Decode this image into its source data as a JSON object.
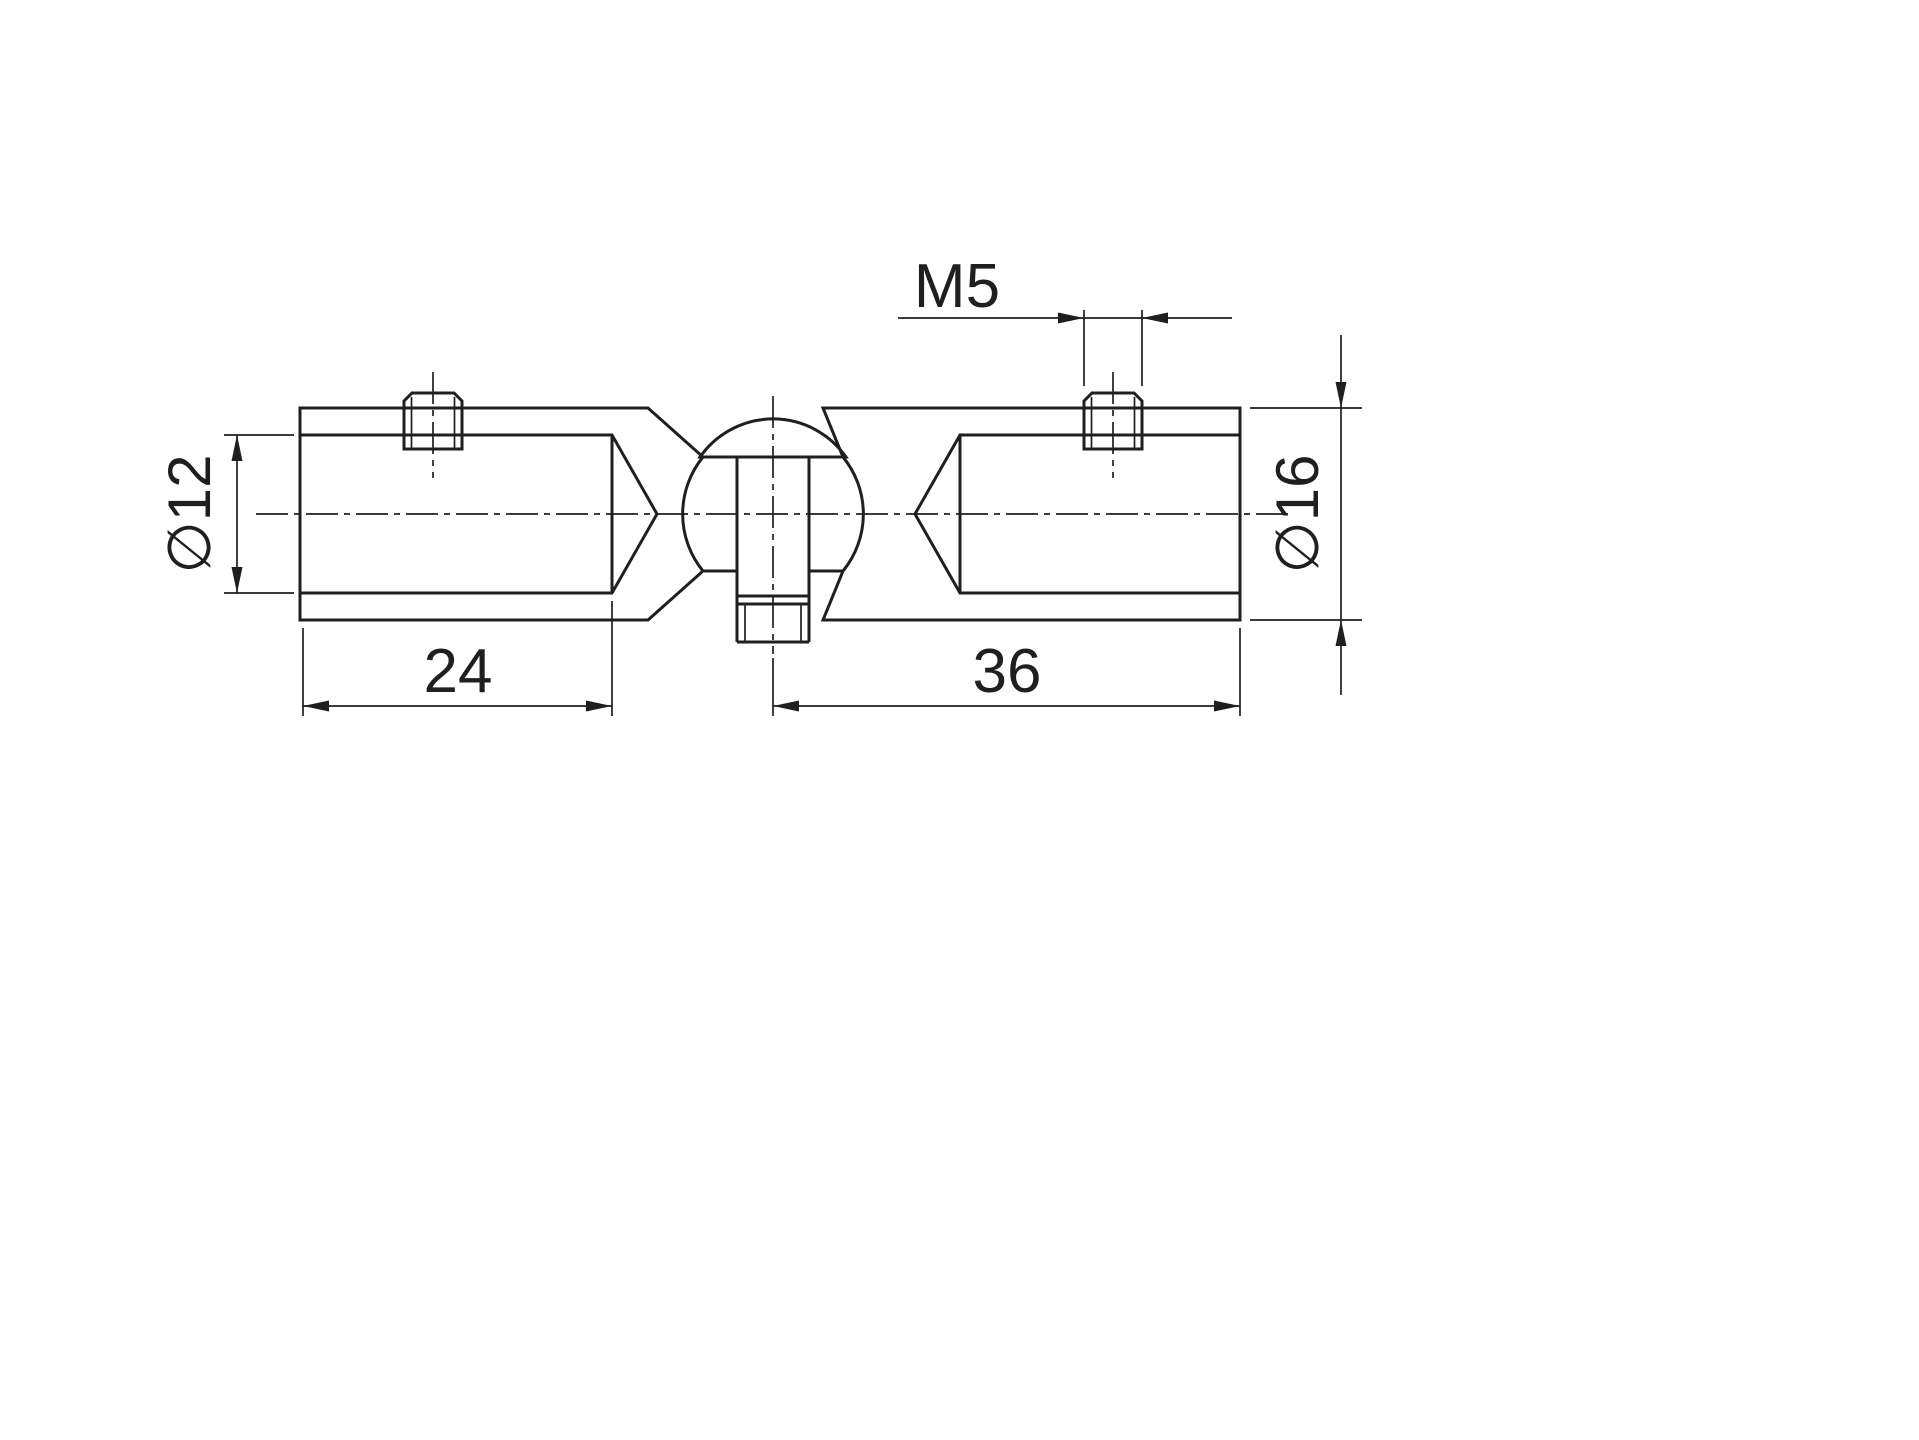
{
  "annotations": {
    "thread_size": "M5",
    "bore_diameter": "∅12",
    "outer_diameter": "∅16",
    "left_insertion_depth": "24",
    "right_insertion_depth": "36"
  },
  "colors": {
    "line": "#1f1f1f",
    "background": "#ffffff"
  }
}
